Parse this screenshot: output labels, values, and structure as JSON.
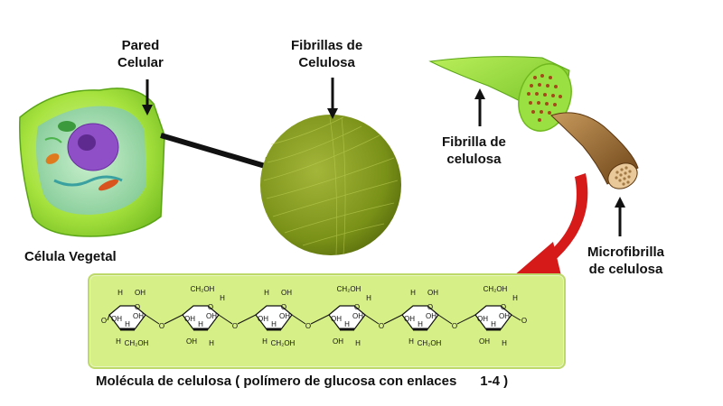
{
  "labels": {
    "cell_wall": [
      "Pared",
      "Celular"
    ],
    "cellulose_fibrils": [
      "Fibrillas de",
      "Celulosa"
    ],
    "cellulose_fibril": [
      "Fibrilla de",
      "celulosa"
    ],
    "microfibril": [
      "Microfibrilla",
      "de celulosa"
    ],
    "plant_cell": "Célula Vegetal"
  },
  "caption": {
    "text": "Molécula de celulosa ( polímero de glucosa con enlaces",
    "bond": "1-4 )"
  },
  "molecule": {
    "ch2oh": "CH₂OH",
    "oh": "OH",
    "h": "H",
    "o": "O",
    "units": 6
  },
  "colors": {
    "panel_bg": "#d6ef86",
    "cell_green": "#9ee03a",
    "fibril_green": "#8fd63a",
    "disc_green": "#7f9a1c",
    "arrow_red": "#d61a1a",
    "microfibril_brown": "#9a6a3a"
  }
}
